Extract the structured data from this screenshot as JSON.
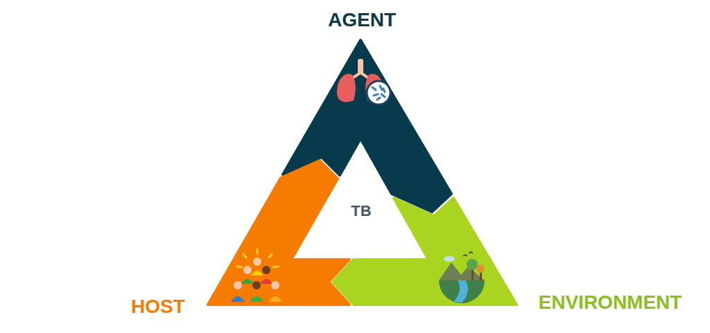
{
  "diagram": {
    "labels": [
      "AGENT",
      "TB",
      "HOST",
      "ENVIRONMENT"
    ]
  }
}
